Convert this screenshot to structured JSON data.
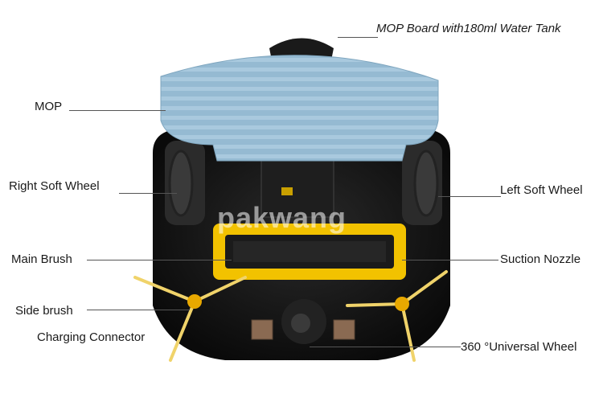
{
  "labels": {
    "mop_board": "MOP Board with180ml Water Tank",
    "mop": "MOP",
    "right_soft_wheel": "Right Soft Wheel",
    "left_soft_wheel": "Left Soft Wheel",
    "main_brush": "Main Brush",
    "suction_nozzle": "Suction Nozzle",
    "side_brush": "Side brush",
    "charging_connector": "Charging Connector",
    "universal_wheel": "360 °Universal Wheel"
  },
  "watermark": "pakwang",
  "colors": {
    "robot_body": "#111111",
    "mop_cloth": "#8fb6cf",
    "nozzle": "#f2c200",
    "brush": "#f0d36a",
    "connector": "#8a6a52"
  }
}
